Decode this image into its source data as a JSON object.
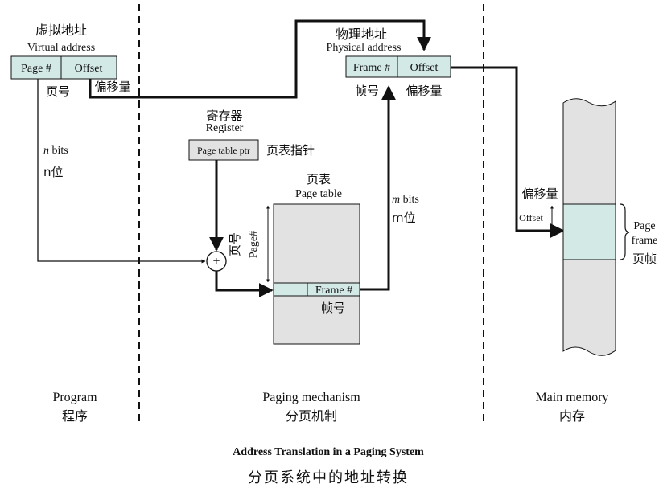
{
  "virtual_address": {
    "title_cn": "虚拟地址",
    "title_en": "Virtual address",
    "page_field": "Page #",
    "offset_field": "Offset",
    "page_cn": "页号",
    "offset_cn": "偏移量",
    "n_bits_italic": "n",
    "n_bits_suffix": " bits",
    "n_bits_cn": "n位"
  },
  "physical_address": {
    "title_cn": "物理地址",
    "title_en": "Physical address",
    "frame_field": "Frame #",
    "offset_field": "Offset",
    "frame_cn": "帧号",
    "offset_cn": "偏移量"
  },
  "register": {
    "title_cn": "寄存器",
    "title_en": "Register",
    "box_label": "Page table ptr",
    "pointer_cn": "页表指针"
  },
  "page_table": {
    "title_cn": "页表",
    "title_en": "Page table",
    "entry_label": "Frame #",
    "entry_cn": "帧号",
    "index_cn": "页号",
    "index_en": "Page#",
    "adder_symbol": "+",
    "m_bits_italic": "m",
    "m_bits_suffix": " bits",
    "m_bits_cn": "m位"
  },
  "main_memory": {
    "offset_cn": "偏移量",
    "offset_en": "Offset",
    "frame_en_1": "Page",
    "frame_en_2": "frame",
    "frame_cn": "页帧"
  },
  "sections": {
    "program_en": "Program",
    "program_cn": "程序",
    "paging_en": "Paging mechanism",
    "paging_cn": "分页机制",
    "memory_en": "Main memory",
    "memory_cn": "内存"
  },
  "caption": {
    "en": "Address Translation in a Paging System",
    "cn": "分页系统中的地址转换"
  },
  "colors": {
    "address_field": "#d3e9e6",
    "register_box": "#e2e2e2",
    "table_body": "#e2e2e2",
    "table_entry": "#d3e9e6",
    "memory_body": "#e2e2e2",
    "memory_frame": "#d3e9e6",
    "line": "#111111"
  }
}
